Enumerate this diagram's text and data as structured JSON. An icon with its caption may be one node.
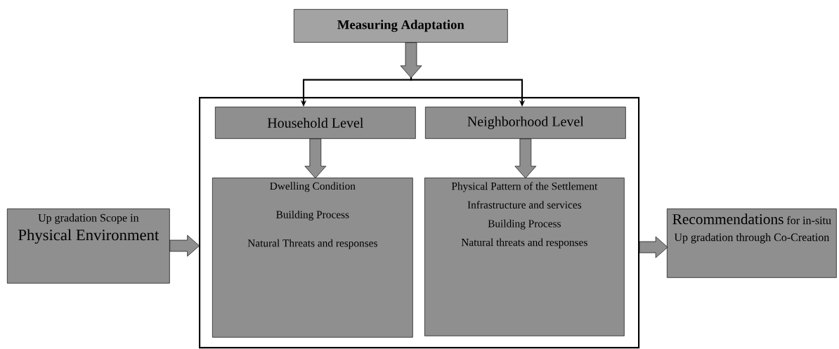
{
  "diagram": {
    "nodes": [
      {
        "text": [
          "Measuring Adaptation"
        ]
      },
      {
        "text": [
          "Up gradation Scope in",
          "Physical Environment"
        ]
      },
      {
        "text": [],
        "shape": "box"
      },
      {
        "text": [
          "Household Level"
        ],
        "in": 2
      },
      {
        "text": [
          "Neighborhood Level"
        ],
        "in": 2
      },
      {
        "text": [
          "Dwelling Condition",
          "Building Process",
          "Natural Threats and responses"
        ],
        "in": 2
      },
      {
        "text": [
          "Physical Pattern of the Settlement",
          "Infrastructure and services",
          "Building Process",
          "Natural threats and responses"
        ],
        "in": 2
      },
      {
        "text": [
          "Recommendations",
          "for in-situ Up gradation through Co-Creation"
        ]
      }
    ],
    "edges": [
      {
        "from": 0,
        "to": 3,
        "arrow": "to"
      },
      {
        "from": 0,
        "to": 4,
        "arrow": "to"
      },
      {
        "from": 1,
        "to": 2,
        "arrow": "to"
      },
      {
        "from": 3,
        "to": 5,
        "arrow": "to"
      },
      {
        "from": 4,
        "to": 6,
        "arrow": "to"
      },
      {
        "from": 2,
        "to": 7,
        "arrow": "to"
      }
    ]
  }
}
